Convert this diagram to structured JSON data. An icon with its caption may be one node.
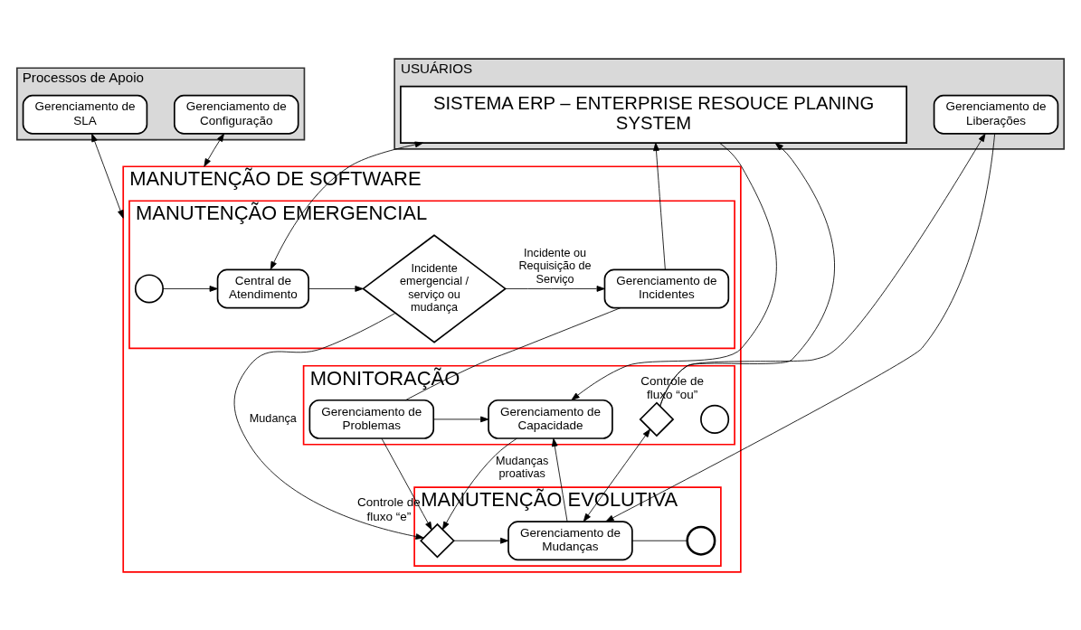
{
  "diagram": {
    "nodes": [
      {
        "text": [
          "USUÁRIOS"
        ]
      },
      {
        "text": [
          "SISTEMA ERP – ENTERPRISE RESOUCE PLANING SYSTEM"
        ],
        "in": 0
      },
      {
        "text": [
          "Gerenciamento de Liberações"
        ],
        "in": 0
      },
      {
        "text": [
          "MANUTENÇÃO DE SOFTWARE"
        ]
      },
      {
        "text": [
          "MANUTENÇÃO EMERGENCIAL"
        ],
        "in": 3
      },
      {
        "text": [],
        "shape": "circle",
        "in": 4
      },
      {
        "text": [
          "Central de Atendimento"
        ],
        "in": 4
      },
      {
        "text": [
          "Incidente emergencial / serviço ou mudança"
        ],
        "in": 4
      },
      {
        "text": [
          "Gerenciamento de Incidentes"
        ],
        "in": 4
      },
      {
        "text": [
          "MONITORAÇÃO"
        ],
        "in": 3
      },
      {
        "text": [],
        "shape": "circle",
        "in": 9
      },
      {
        "text": [
          "Gerenciamento de Capacidade"
        ],
        "in": 9
      },
      {
        "text": [
          "Gerenciamento de Problemas"
        ],
        "in": 9
      },
      {
        "text": [],
        "shape": "diamond",
        "in": 9,
        "beside": [
          "Controle de fluxo “ou”"
        ]
      },
      {
        "text": [
          "MANUTENÇÃO EVOLUTIVA"
        ],
        "in": 3
      },
      {
        "text": [],
        "shape": "diamond",
        "in": 14,
        "beside": [
          "Controle de fluxo “e”"
        ]
      },
      {
        "text": [
          "Gerenciamento de Mudanças"
        ],
        "in": 14
      },
      {
        "text": [],
        "shape": "circle",
        "in": 14
      },
      {
        "text": [
          "Processos de Apoio"
        ]
      },
      {
        "text": [
          "Gerenciamento de SLA"
        ],
        "in": 18
      },
      {
        "text": [
          "Gerenciamento de Configuração"
        ],
        "in": 18
      }
    ],
    "edges": [
      {
        "from": 1,
        "to": 6,
        "arrow": "both"
      },
      {
        "from": 1,
        "to": 11,
        "arrow": "to"
      },
      {
        "from": 5,
        "to": 6,
        "arrow": "to"
      },
      {
        "from": 6,
        "to": 7,
        "arrow": "to"
      },
      {
        "from": 7,
        "to": 8,
        "arrow": "to",
        "label": "Incidente ou Requisição de Serviço"
      },
      {
        "from": 7,
        "to": 15,
        "arrow": "to",
        "label": "Mudança"
      },
      {
        "from": 8,
        "to": 1,
        "arrow": "to"
      },
      {
        "from": 8,
        "to": 12,
        "arrow": "none"
      },
      {
        "from": 11,
        "to": 15,
        "arrow": "to",
        "label": "Mudanças proativas"
      },
      {
        "from": 12,
        "to": 11,
        "arrow": "to"
      },
      {
        "from": 12,
        "to": 15,
        "arrow": "to"
      },
      {
        "from": 15,
        "to": 16,
        "arrow": "to"
      },
      {
        "from": 16,
        "to": 17,
        "arrow": "none"
      },
      {
        "from": 16,
        "to": 11,
        "arrow": "to"
      },
      {
        "from": 16,
        "to": 13,
        "arrow": "both"
      },
      {
        "from": 13,
        "to": 1,
        "arrow": "to"
      },
      {
        "from": 13,
        "to": 2,
        "arrow": "to"
      },
      {
        "from": 2,
        "to": 16,
        "arrow": "to"
      },
      {
        "from": 19,
        "to": 3,
        "arrow": "both"
      },
      {
        "from": 20,
        "to": 3,
        "arrow": "both"
      }
    ]
  }
}
